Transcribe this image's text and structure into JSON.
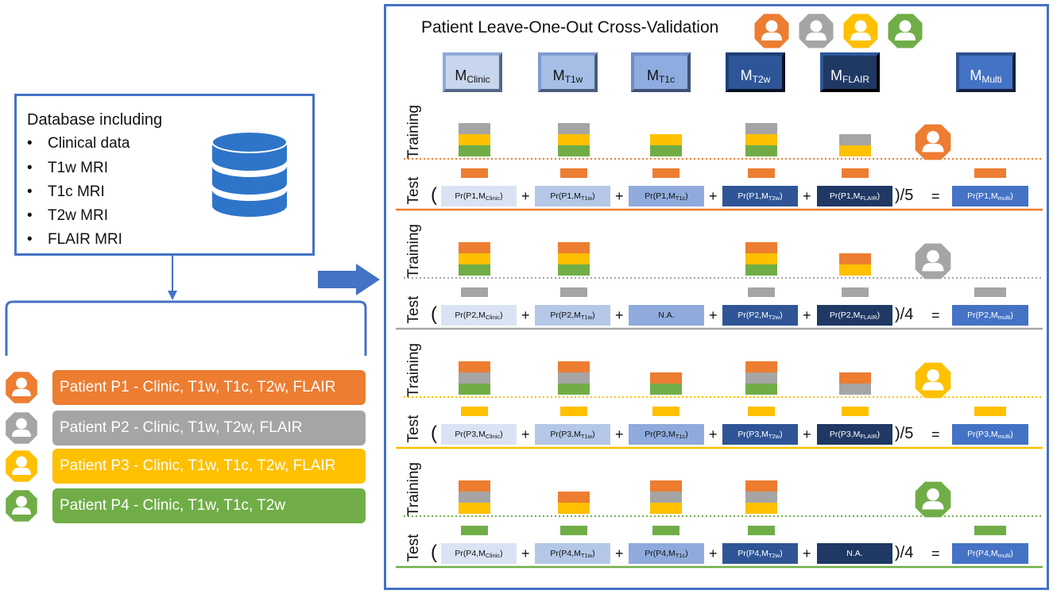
{
  "colors": {
    "blue_border": "#4472C4",
    "orange": "#ED7D31",
    "gray": "#A5A5A5",
    "yellow": "#FFC000",
    "green": "#70AD47",
    "model_light": "#C8D5EE",
    "model_mid": "#A6BEE6",
    "model_mid2": "#8FACE0",
    "model_dark": "#2E5597",
    "model_darker": "#1F3864",
    "model_multi": "#4472C4"
  },
  "database": {
    "title": "Database including",
    "items": [
      "Clinical data",
      "T1w MRI",
      "T1c MRI",
      "T2w MRI",
      "FLAIR MRI"
    ],
    "icon": "database-icon"
  },
  "patients": [
    {
      "label": "Patient P1 - Clinic, T1w, T1c, T2w, FLAIR",
      "color": "#ED7D31"
    },
    {
      "label": "Patient P2 - Clinic, T1w, T2w, FLAIR",
      "color": "#A5A5A5"
    },
    {
      "label": "Patient P3 - Clinic, T1w, T1c, T2w, FLAIR",
      "color": "#FFC000"
    },
    {
      "label": "Patient P4 - Clinic, T1w, T1c, T2w",
      "color": "#70AD47"
    }
  ],
  "cv": {
    "title": "Patient  Leave-One-Out Cross-Validation",
    "models": [
      {
        "main": "M",
        "sub": "Clinic"
      },
      {
        "main": "M",
        "sub": "T1w"
      },
      {
        "main": "M",
        "sub": "T1c"
      },
      {
        "main": "M",
        "sub": "T2w"
      },
      {
        "main": "M",
        "sub": "FLAIR"
      },
      {
        "main": "M",
        "sub": "Multi"
      }
    ],
    "training_label": "Training",
    "test_label": "Test",
    "plus": "+",
    "equals": "=",
    "open_paren": "(",
    "folds": [
      {
        "divider": ")/5",
        "terms": [
          {
            "pre": "Pr(P1,M",
            "sub": "Clinic",
            "post": ")"
          },
          {
            "pre": "Pr(P1,M",
            "sub": "T1w",
            "post": ")"
          },
          {
            "pre": "Pr(P1,M",
            "sub": "T1c",
            "post": ")"
          },
          {
            "pre": "Pr(P1,M",
            "sub": "T2w",
            "post": ")"
          },
          {
            "pre": "Pr(P1,M",
            "sub": "FLAIR",
            "post": ")"
          }
        ],
        "result": {
          "pre": "Pr(P1,M",
          "sub": "multi",
          "post": ")"
        }
      },
      {
        "divider": ")/4",
        "terms": [
          {
            "pre": "Pr(P2,M",
            "sub": "Clinic",
            "post": ")"
          },
          {
            "pre": "Pr(P2,M",
            "sub": "T1w",
            "post": ")"
          },
          {
            "pre": "N.A.",
            "sub": "",
            "post": ""
          },
          {
            "pre": "Pr(P2,M",
            "sub": "T2w",
            "post": ")"
          },
          {
            "pre": "Pr(P2,M",
            "sub": "FLAIR",
            "post": ")"
          }
        ],
        "result": {
          "pre": "Pr(P2,M",
          "sub": "multi",
          "post": ")"
        }
      },
      {
        "divider": ")/5",
        "terms": [
          {
            "pre": "Pr(P3,M",
            "sub": "Clinic",
            "post": ")"
          },
          {
            "pre": "Pr(P3,M",
            "sub": "T1w",
            "post": ")"
          },
          {
            "pre": "Pr(P3,M",
            "sub": "T1c",
            "post": ")"
          },
          {
            "pre": "Pr(P3,M",
            "sub": "T2w",
            "post": ")"
          },
          {
            "pre": "Pr(P3,M",
            "sub": "FLAIR",
            "post": ")"
          }
        ],
        "result": {
          "pre": "Pr(P3,M",
          "sub": "multi",
          "post": ")"
        }
      },
      {
        "divider": ")/4",
        "terms": [
          {
            "pre": "Pr(P4,M",
            "sub": "Clinic",
            "post": ")"
          },
          {
            "pre": "Pr(P4,M",
            "sub": "T1w",
            "post": ")"
          },
          {
            "pre": "Pr(P4,M",
            "sub": "T1c",
            "post": ")"
          },
          {
            "pre": "Pr(P4,M",
            "sub": "T2w",
            "post": ")"
          },
          {
            "pre": "N.A.",
            "sub": "",
            "post": ""
          }
        ],
        "result": {
          "pre": "Pr(P4,M",
          "sub": "multi",
          "post": ")"
        }
      }
    ]
  }
}
